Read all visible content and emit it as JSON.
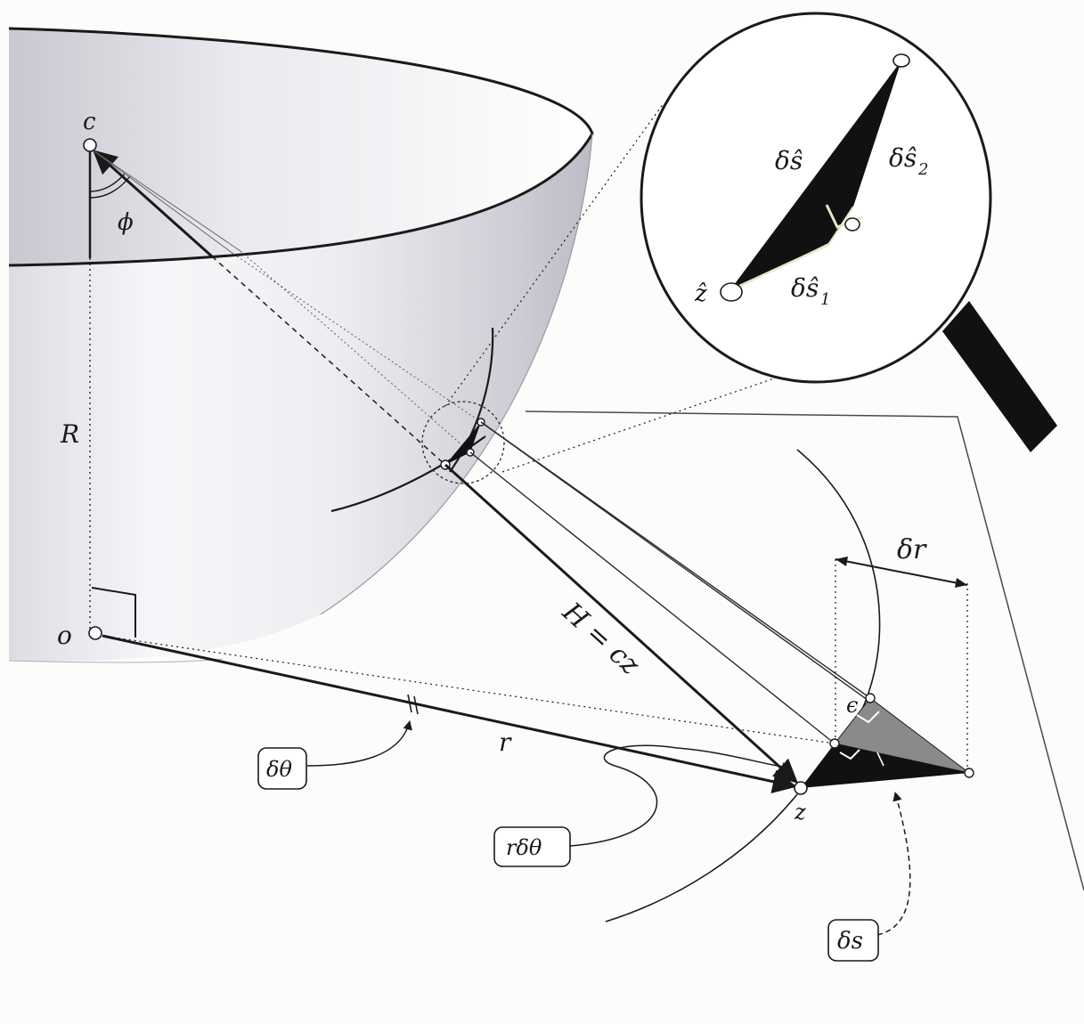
{
  "labels": {
    "c": "c",
    "phi": "ϕ",
    "R": "R",
    "o": "o",
    "r": "r",
    "H": "H = cz",
    "delta_r": "δr",
    "epsilon": "ϵ",
    "z": "z",
    "delta_theta": "δθ",
    "r_delta_theta": "rδθ",
    "delta_s": "δs"
  },
  "magnifier": {
    "delta_s_hat": "δŝ",
    "delta_s2_hat_main": "δŝ",
    "delta_s2_hat_sub": "2",
    "delta_s1_hat_main": "δŝ",
    "delta_s1_hat_sub": "1",
    "z_hat": "ẑ"
  },
  "colors": {
    "ink": "#1a1a1a",
    "bowl_light": "#f4f4f8",
    "bowl_shade": "#c9c9d2",
    "triangle_dark": "#111111",
    "triangle_grey": "#8a8a8a"
  }
}
